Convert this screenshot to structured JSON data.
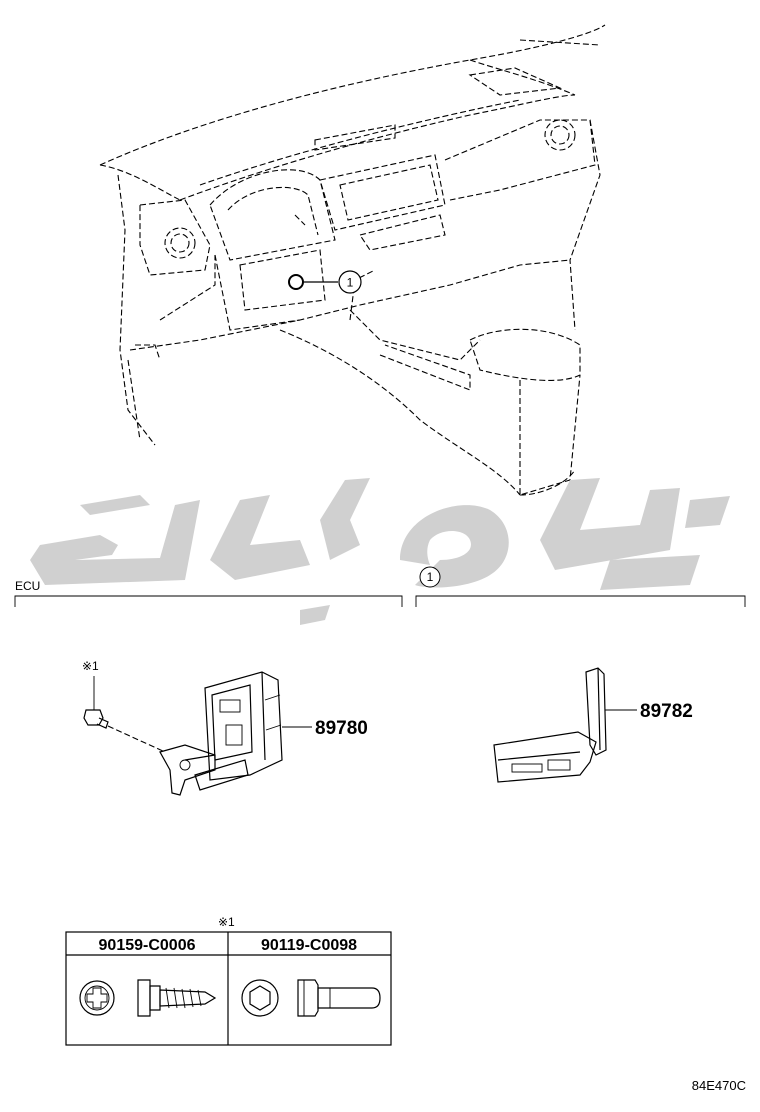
{
  "diagram": {
    "callout_1": "1",
    "sections": [
      {
        "title": "ECU",
        "part_number": "89780",
        "fastener_ref": "※1"
      },
      {
        "title": "1",
        "part_number": "89782"
      }
    ],
    "fastener_table": {
      "ref": "※1",
      "columns": [
        "90159-C0006",
        "90119-C0098"
      ]
    },
    "code": "84E470C",
    "watermark_color": "#d0d0d0"
  }
}
